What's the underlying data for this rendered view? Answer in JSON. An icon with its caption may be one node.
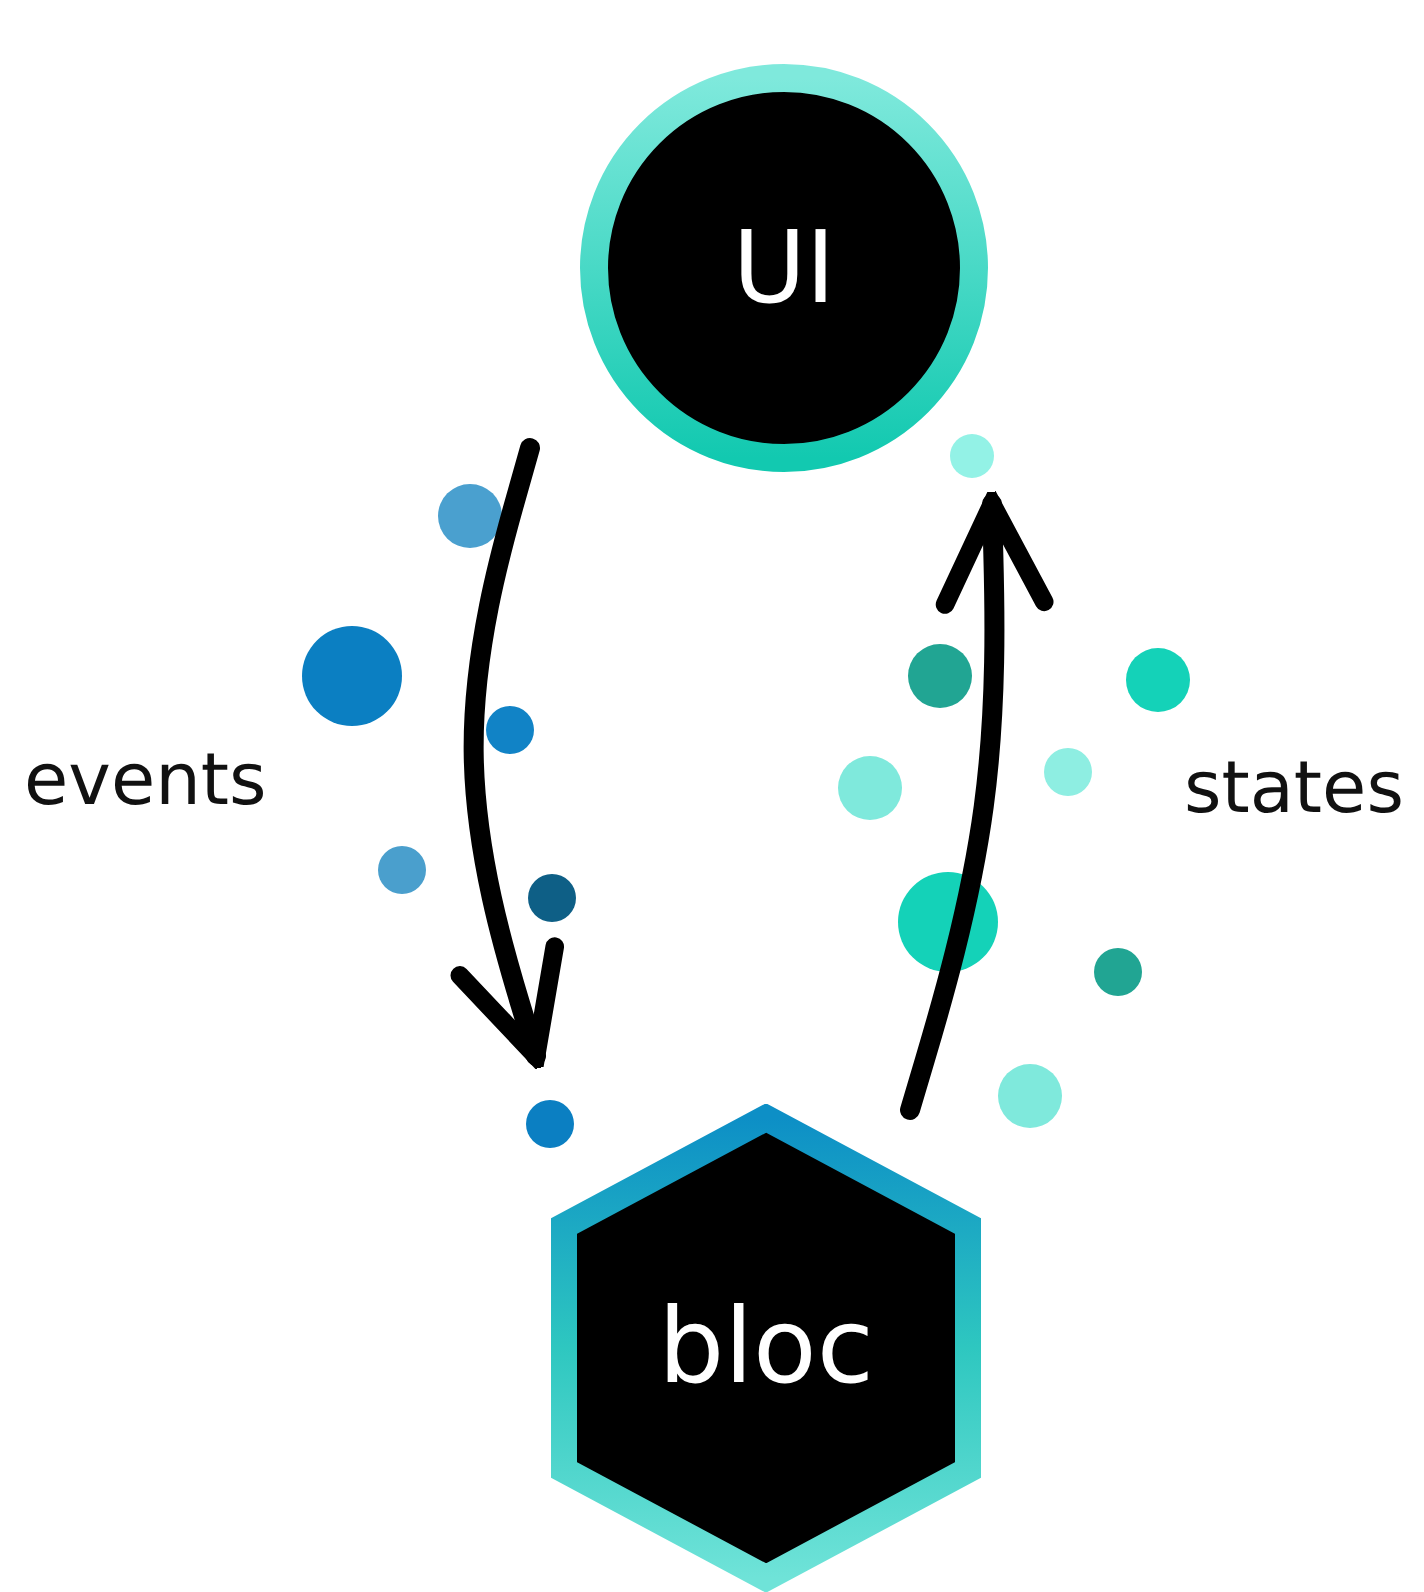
{
  "diagram": {
    "nodes": [
      {
        "text": [
          "UI"
        ]
      },
      {
        "text": [
          "bloc"
        ]
      }
    ],
    "edges": [
      {
        "from": 0,
        "to": 1,
        "arrow": "to",
        "label": "events"
      },
      {
        "from": 1,
        "to": 0,
        "arrow": "to",
        "label": "states"
      }
    ]
  }
}
